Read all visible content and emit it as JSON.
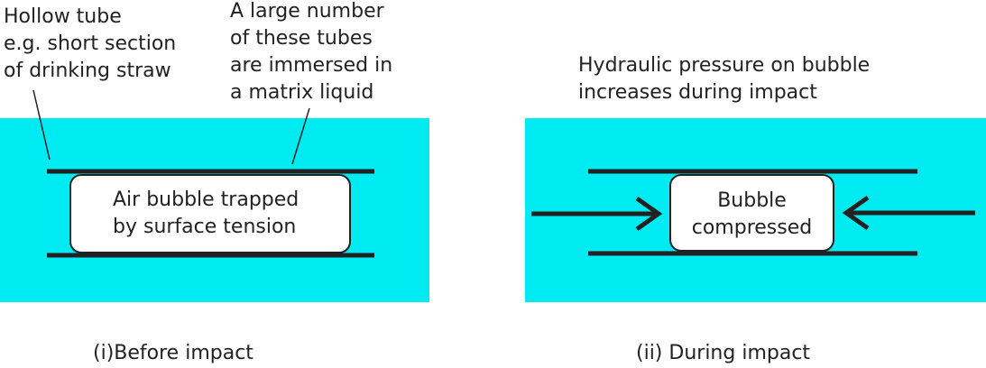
{
  "colors": {
    "liquid": "#00eaf2",
    "tube": "#222222",
    "bubble_fill": "#ffffff",
    "text": "#222222"
  },
  "panel_before": {
    "hollow_tube_label": [
      "Hollow tube",
      "e.g. short section",
      "of drinking straw"
    ],
    "matrix_label": [
      "A large number",
      "of these tubes",
      "are immersed in",
      "a matrix liquid"
    ],
    "bubble_label": [
      "Air bubble trapped",
      "by surface tension"
    ],
    "caption": "(i)Before impact"
  },
  "panel_during": {
    "pressure_label": [
      "Hydraulic pressure on bubble",
      "increases during impact"
    ],
    "bubble_label": [
      "Bubble",
      "compressed"
    ],
    "caption": "(ii) During impact"
  }
}
